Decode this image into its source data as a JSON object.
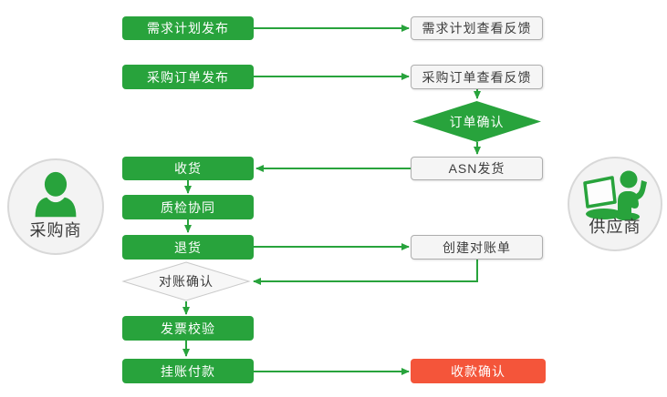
{
  "flow": {
    "colors": {
      "green": "#28a33c",
      "red": "#f4553a"
    },
    "buyer": {
      "label": "采购商",
      "icon": "user-icon"
    },
    "supplier": {
      "label": "供应商",
      "icon": "user-laptop-icon"
    },
    "nodes": {
      "demand_plan_publish": {
        "label": "需求计划发布",
        "style": "green-process"
      },
      "po_publish": {
        "label": "采购订单发布",
        "style": "green-process"
      },
      "receive": {
        "label": "收货",
        "style": "green-process"
      },
      "quality_collab": {
        "label": "质检协同",
        "style": "green-process"
      },
      "returns": {
        "label": "退货",
        "style": "green-process"
      },
      "recon_confirm": {
        "label": "对账确认",
        "style": "white-diamond"
      },
      "invoice_check": {
        "label": "发票校验",
        "style": "green-process"
      },
      "book_payment": {
        "label": "挂账付款",
        "style": "green-process"
      },
      "demand_plan_feedback": {
        "label": "需求计划查看反馈",
        "style": "white-process"
      },
      "po_feedback": {
        "label": "采购订单查看反馈",
        "style": "white-process"
      },
      "order_confirm": {
        "label": "订单确认",
        "style": "green-diamond"
      },
      "asn_ship": {
        "label": "ASN发货",
        "style": "white-process"
      },
      "create_statement": {
        "label": "创建对账单",
        "style": "white-process"
      },
      "payment_received": {
        "label": "收款确认",
        "style": "red-process"
      }
    }
  }
}
